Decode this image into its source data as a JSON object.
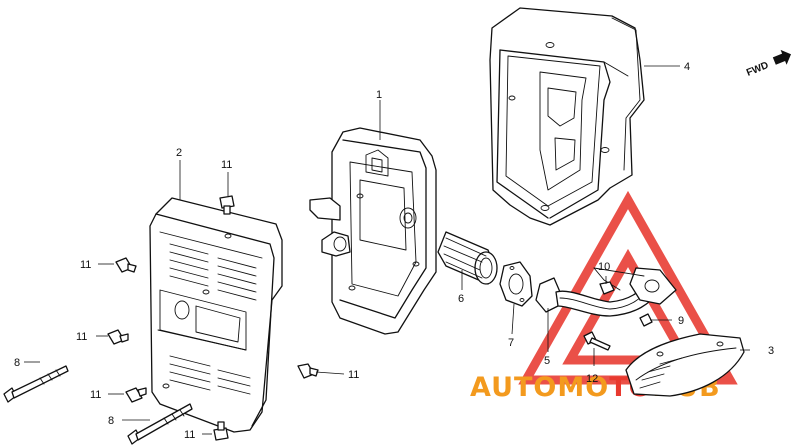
{
  "diagram": {
    "direction_label": "FWD",
    "callouts": [
      "1",
      "2",
      "3",
      "4",
      "5",
      "6",
      "7",
      "8",
      "8",
      "9",
      "10",
      "11",
      "11",
      "11",
      "11",
      "11",
      "11",
      "12"
    ]
  },
  "watermark": {
    "part_a": "AUTOMO",
    "part_b": "TO",
    "part_c": "HUB",
    "colors": {
      "red": "#e8392f",
      "orange": "#f39a1e"
    }
  }
}
